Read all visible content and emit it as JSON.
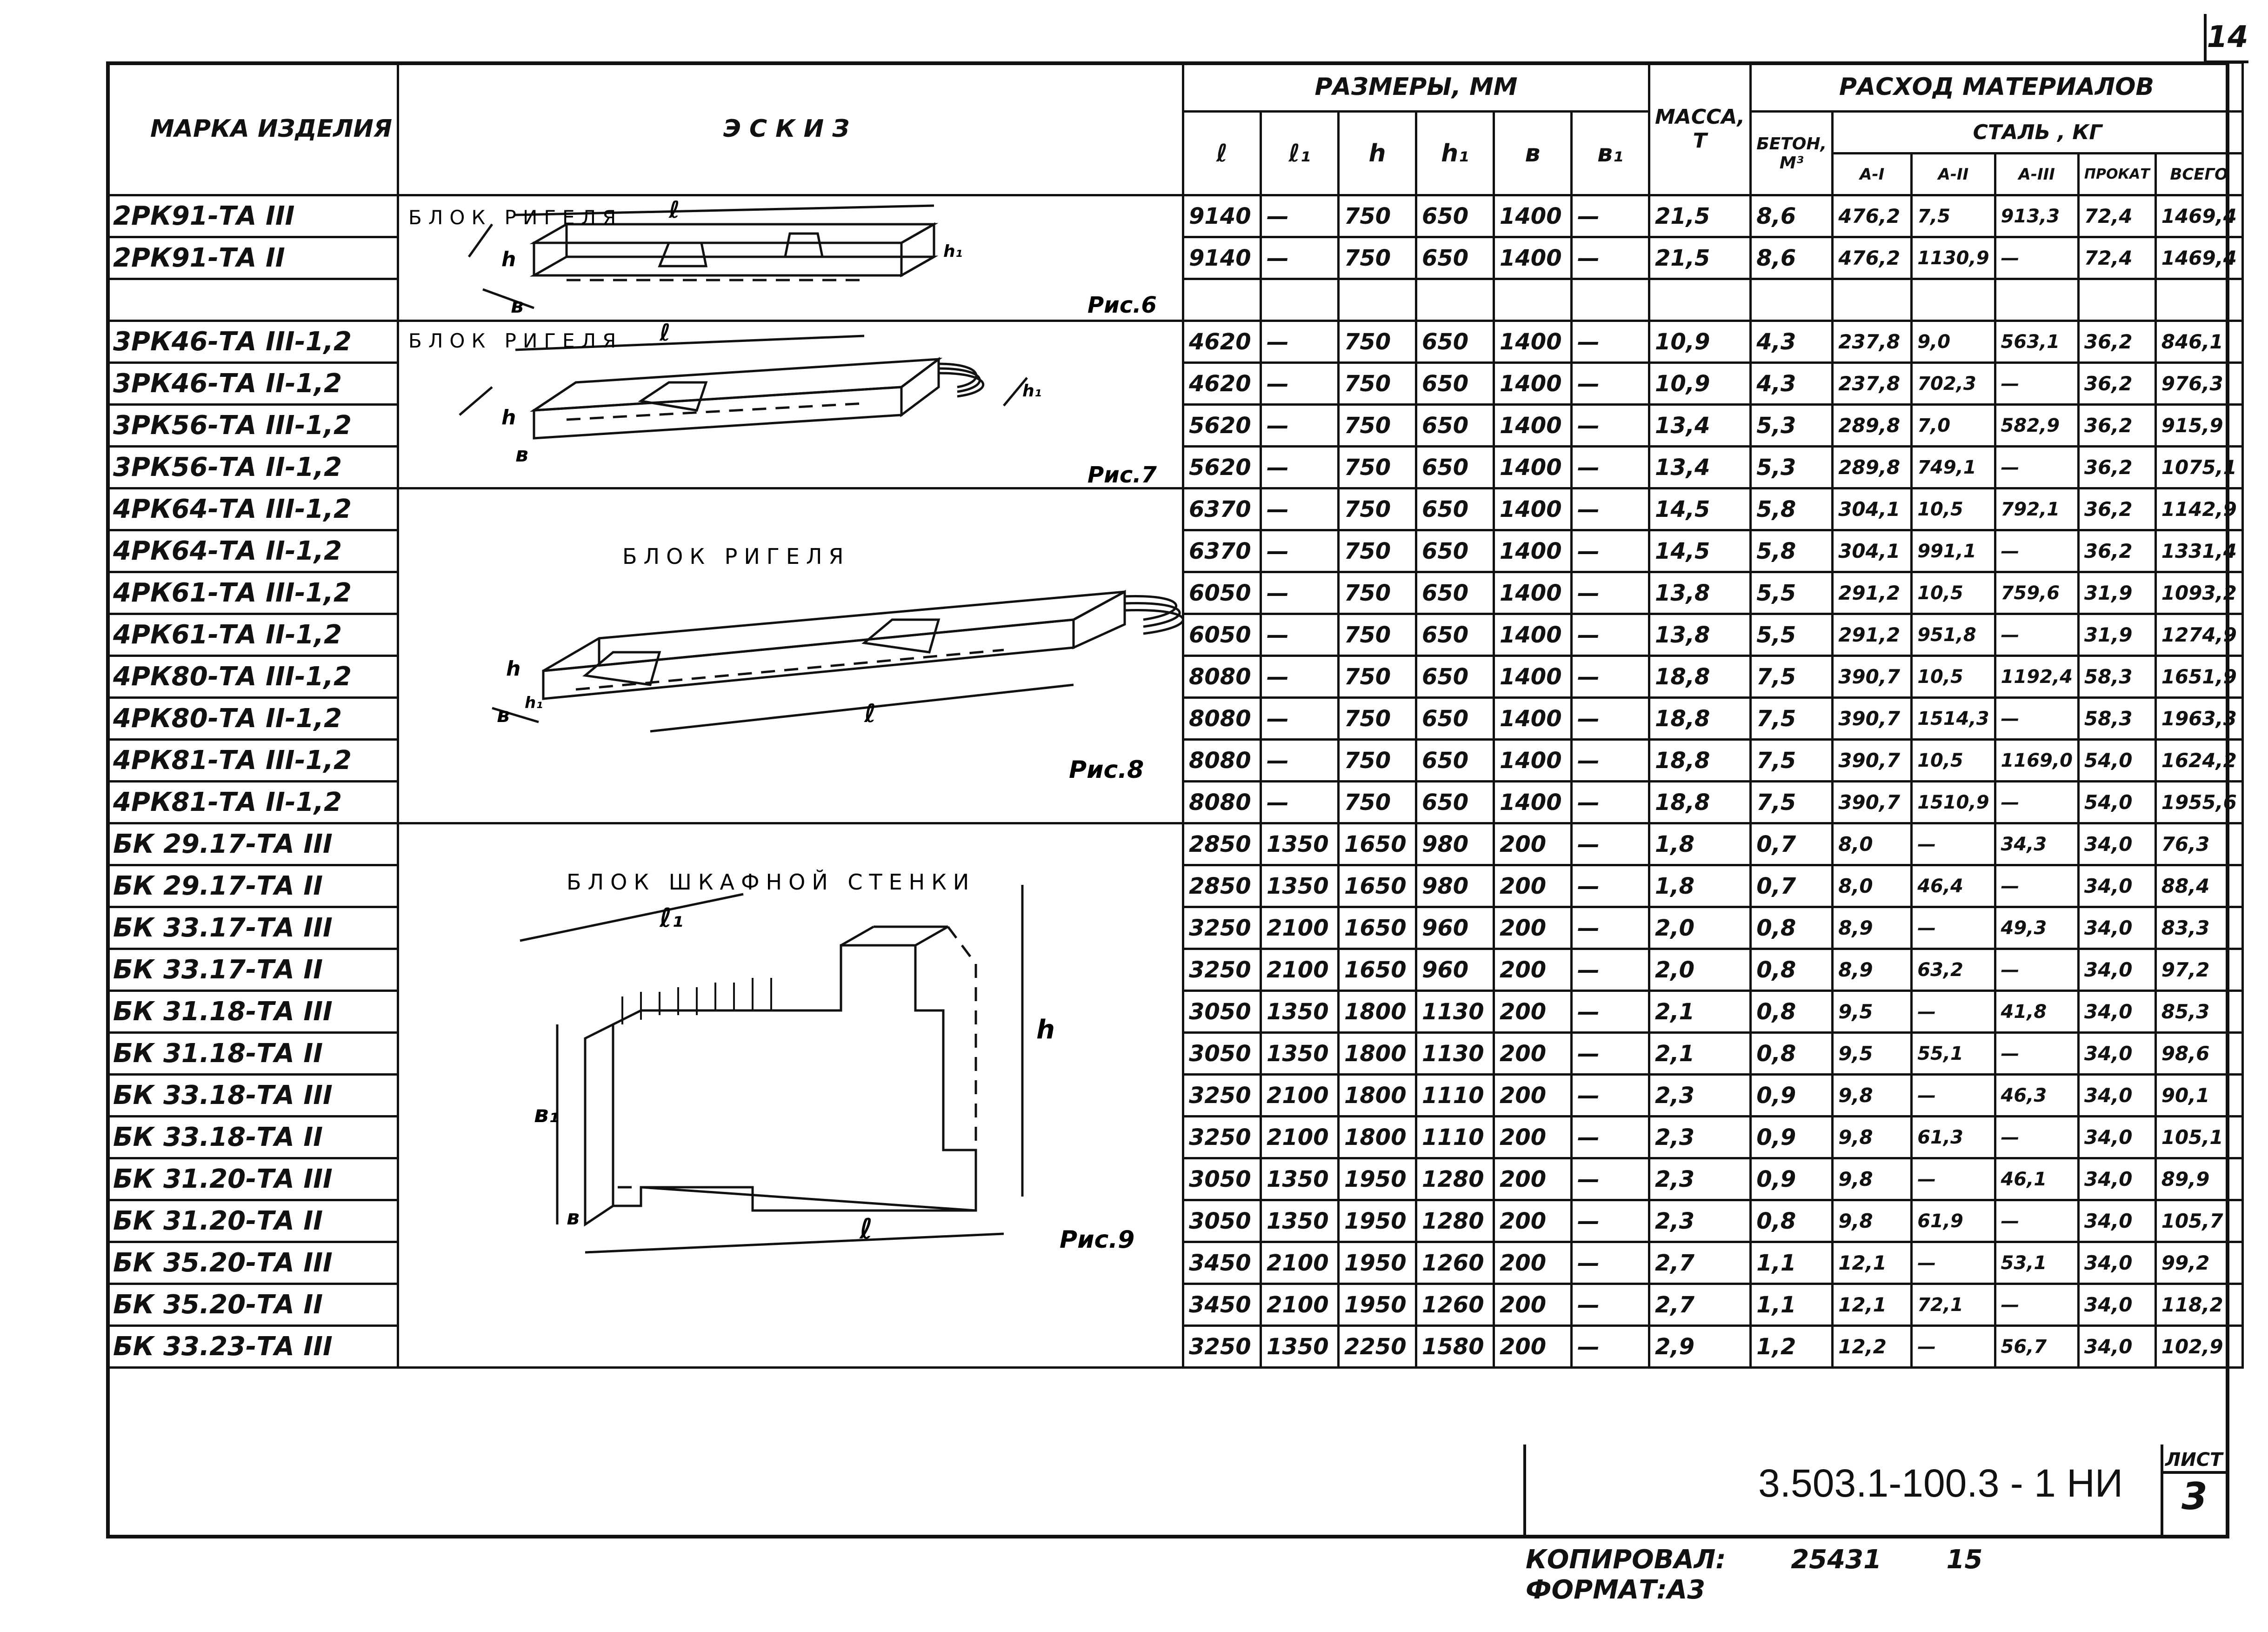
{
  "sheet_corner_number": "14",
  "headers": {
    "mark": "МАРКА ИЗДЕЛИЯ",
    "sketch": "ЭСКИЗ",
    "dimensions": "РАЗМЕРЫ,    ММ",
    "dim_cols": [
      "ℓ",
      "ℓ₁",
      "h",
      "h₁",
      "в",
      "в₁"
    ],
    "mass": "МАССА, Т",
    "materials": "РАСХОД   МАТЕРИАЛОВ",
    "concrete": "БЕТОН, М³",
    "steel": "СТАЛЬ ,  КГ",
    "steel_cols": [
      "A-I",
      "A-II",
      "A-III",
      "ПРОКАТ",
      "ВСЕГО"
    ]
  },
  "sketches": {
    "s1_title": "БЛОК  РИГЕЛЯ",
    "s1_fig": "Рис.6",
    "s2_title": "БЛОК  РИГЕЛЯ",
    "s2_fig": "Рис.7",
    "s3_title": "БЛОК  РИГЕЛЯ",
    "s3_fig": "Рис.8",
    "s4_title": "БЛОК  ШКАФНОЙ  СТЕНКИ",
    "s4_fig": "Рис.9",
    "lbl_l": "ℓ",
    "lbl_l1": "ℓ₁",
    "lbl_h": "h",
    "lbl_h1": "h₁",
    "lbl_b": "в",
    "lbl_b1": "в₁"
  },
  "rows": [
    {
      "mark": "2РК91-ТА III",
      "l": "9140",
      "l1": "—",
      "h": "750",
      "h1": "650",
      "b": "1400",
      "b1": "—",
      "mass": "21,5",
      "concrete": "8,6",
      "a1": "476,2",
      "a2": "7,5",
      "a3": "913,3",
      "prokat": "72,4",
      "total": "1469,4"
    },
    {
      "mark": "2РК91-ТА II",
      "l": "9140",
      "l1": "—",
      "h": "750",
      "h1": "650",
      "b": "1400",
      "b1": "—",
      "mass": "21,5",
      "concrete": "8,6",
      "a1": "476,2",
      "a2": "1130,9",
      "a3": "—",
      "prokat": "72,4",
      "total": "1469,4"
    },
    {
      "mark": "",
      "l": "",
      "l1": "",
      "h": "",
      "h1": "",
      "b": "",
      "b1": "",
      "mass": "",
      "concrete": "",
      "a1": "",
      "a2": "",
      "a3": "",
      "prokat": "",
      "total": ""
    },
    {
      "mark": "3РК46-ТА III-1,2",
      "l": "4620",
      "l1": "—",
      "h": "750",
      "h1": "650",
      "b": "1400",
      "b1": "—",
      "mass": "10,9",
      "concrete": "4,3",
      "a1": "237,8",
      "a2": "9,0",
      "a3": "563,1",
      "prokat": "36,2",
      "total": "846,1"
    },
    {
      "mark": "3РК46-ТА II-1,2",
      "l": "4620",
      "l1": "—",
      "h": "750",
      "h1": "650",
      "b": "1400",
      "b1": "—",
      "mass": "10,9",
      "concrete": "4,3",
      "a1": "237,8",
      "a2": "702,3",
      "a3": "—",
      "prokat": "36,2",
      "total": "976,3"
    },
    {
      "mark": "3РК56-ТА III-1,2",
      "l": "5620",
      "l1": "—",
      "h": "750",
      "h1": "650",
      "b": "1400",
      "b1": "—",
      "mass": "13,4",
      "concrete": "5,3",
      "a1": "289,8",
      "a2": "7,0",
      "a3": "582,9",
      "prokat": "36,2",
      "total": "915,9"
    },
    {
      "mark": "3РК56-ТА II-1,2",
      "l": "5620",
      "l1": "—",
      "h": "750",
      "h1": "650",
      "b": "1400",
      "b1": "—",
      "mass": "13,4",
      "concrete": "5,3",
      "a1": "289,8",
      "a2": "749,1",
      "a3": "—",
      "prokat": "36,2",
      "total": "1075,1"
    },
    {
      "mark": "4РК64-ТА III-1,2",
      "l": "6370",
      "l1": "—",
      "h": "750",
      "h1": "650",
      "b": "1400",
      "b1": "—",
      "mass": "14,5",
      "concrete": "5,8",
      "a1": "304,1",
      "a2": "10,5",
      "a3": "792,1",
      "prokat": "36,2",
      "total": "1142,9"
    },
    {
      "mark": "4РК64-ТА II-1,2",
      "l": "6370",
      "l1": "—",
      "h": "750",
      "h1": "650",
      "b": "1400",
      "b1": "—",
      "mass": "14,5",
      "concrete": "5,8",
      "a1": "304,1",
      "a2": "991,1",
      "a3": "—",
      "prokat": "36,2",
      "total": "1331,4"
    },
    {
      "mark": "4РК61-ТА III-1,2",
      "l": "6050",
      "l1": "—",
      "h": "750",
      "h1": "650",
      "b": "1400",
      "b1": "—",
      "mass": "13,8",
      "concrete": "5,5",
      "a1": "291,2",
      "a2": "10,5",
      "a3": "759,6",
      "prokat": "31,9",
      "total": "1093,2"
    },
    {
      "mark": "4РК61-ТА II-1,2",
      "l": "6050",
      "l1": "—",
      "h": "750",
      "h1": "650",
      "b": "1400",
      "b1": "—",
      "mass": "13,8",
      "concrete": "5,5",
      "a1": "291,2",
      "a2": "951,8",
      "a3": "—",
      "prokat": "31,9",
      "total": "1274,9"
    },
    {
      "mark": "4РК80-ТА III-1,2",
      "l": "8080",
      "l1": "—",
      "h": "750",
      "h1": "650",
      "b": "1400",
      "b1": "—",
      "mass": "18,8",
      "concrete": "7,5",
      "a1": "390,7",
      "a2": "10,5",
      "a3": "1192,4",
      "prokat": "58,3",
      "total": "1651,9"
    },
    {
      "mark": "4РК80-ТА II-1,2",
      "l": "8080",
      "l1": "—",
      "h": "750",
      "h1": "650",
      "b": "1400",
      "b1": "—",
      "mass": "18,8",
      "concrete": "7,5",
      "a1": "390,7",
      "a2": "1514,3",
      "a3": "—",
      "prokat": "58,3",
      "total": "1963,3"
    },
    {
      "mark": "4РК81-ТА III-1,2",
      "l": "8080",
      "l1": "—",
      "h": "750",
      "h1": "650",
      "b": "1400",
      "b1": "—",
      "mass": "18,8",
      "concrete": "7,5",
      "a1": "390,7",
      "a2": "10,5",
      "a3": "1169,0",
      "prokat": "54,0",
      "total": "1624,2"
    },
    {
      "mark": "4РК81-ТА II-1,2",
      "l": "8080",
      "l1": "—",
      "h": "750",
      "h1": "650",
      "b": "1400",
      "b1": "—",
      "mass": "18,8",
      "concrete": "7,5",
      "a1": "390,7",
      "a2": "1510,9",
      "a3": "—",
      "prokat": "54,0",
      "total": "1955,6"
    },
    {
      "mark": "БК 29.17-ТА III",
      "l": "2850",
      "l1": "1350",
      "h": "1650",
      "h1": "980",
      "b": "200",
      "b1": "—",
      "mass": "1,8",
      "concrete": "0,7",
      "a1": "8,0",
      "a2": "—",
      "a3": "34,3",
      "prokat": "34,0",
      "total": "76,3"
    },
    {
      "mark": "БК 29.17-ТА II",
      "l": "2850",
      "l1": "1350",
      "h": "1650",
      "h1": "980",
      "b": "200",
      "b1": "—",
      "mass": "1,8",
      "concrete": "0,7",
      "a1": "8,0",
      "a2": "46,4",
      "a3": "—",
      "prokat": "34,0",
      "total": "88,4"
    },
    {
      "mark": "БК 33.17-ТА III",
      "l": "3250",
      "l1": "2100",
      "h": "1650",
      "h1": "960",
      "b": "200",
      "b1": "—",
      "mass": "2,0",
      "concrete": "0,8",
      "a1": "8,9",
      "a2": "—",
      "a3": "49,3",
      "prokat": "34,0",
      "total": "83,3"
    },
    {
      "mark": "БК 33.17-ТА II",
      "l": "3250",
      "l1": "2100",
      "h": "1650",
      "h1": "960",
      "b": "200",
      "b1": "—",
      "mass": "2,0",
      "concrete": "0,8",
      "a1": "8,9",
      "a2": "63,2",
      "a3": "—",
      "prokat": "34,0",
      "total": "97,2"
    },
    {
      "mark": "БК 31.18-ТА III",
      "l": "3050",
      "l1": "1350",
      "h": "1800",
      "h1": "1130",
      "b": "200",
      "b1": "—",
      "mass": "2,1",
      "concrete": "0,8",
      "a1": "9,5",
      "a2": "—",
      "a3": "41,8",
      "prokat": "34,0",
      "total": "85,3"
    },
    {
      "mark": "БК 31.18-ТА II",
      "l": "3050",
      "l1": "1350",
      "h": "1800",
      "h1": "1130",
      "b": "200",
      "b1": "—",
      "mass": "2,1",
      "concrete": "0,8",
      "a1": "9,5",
      "a2": "55,1",
      "a3": "—",
      "prokat": "34,0",
      "total": "98,6"
    },
    {
      "mark": "БК 33.18-ТА III",
      "l": "3250",
      "l1": "2100",
      "h": "1800",
      "h1": "1110",
      "b": "200",
      "b1": "—",
      "mass": "2,3",
      "concrete": "0,9",
      "a1": "9,8",
      "a2": "—",
      "a3": "46,3",
      "prokat": "34,0",
      "total": "90,1"
    },
    {
      "mark": "БК 33.18-ТА II",
      "l": "3250",
      "l1": "2100",
      "h": "1800",
      "h1": "1110",
      "b": "200",
      "b1": "—",
      "mass": "2,3",
      "concrete": "0,9",
      "a1": "9,8",
      "a2": "61,3",
      "a3": "—",
      "prokat": "34,0",
      "total": "105,1"
    },
    {
      "mark": "БК 31.20-ТА III",
      "l": "3050",
      "l1": "1350",
      "h": "1950",
      "h1": "1280",
      "b": "200",
      "b1": "—",
      "mass": "2,3",
      "concrete": "0,9",
      "a1": "9,8",
      "a2": "—",
      "a3": "46,1",
      "prokat": "34,0",
      "total": "89,9"
    },
    {
      "mark": "БК 31.20-ТА II",
      "l": "3050",
      "l1": "1350",
      "h": "1950",
      "h1": "1280",
      "b": "200",
      "b1": "—",
      "mass": "2,3",
      "concrete": "0,8",
      "a1": "9,8",
      "a2": "61,9",
      "a3": "—",
      "prokat": "34,0",
      "total": "105,7"
    },
    {
      "mark": "БК 35.20-ТА III",
      "l": "3450",
      "l1": "2100",
      "h": "1950",
      "h1": "1260",
      "b": "200",
      "b1": "—",
      "mass": "2,7",
      "concrete": "1,1",
      "a1": "12,1",
      "a2": "—",
      "a3": "53,1",
      "prokat": "34,0",
      "total": "99,2"
    },
    {
      "mark": "БК 35.20-ТА II",
      "l": "3450",
      "l1": "2100",
      "h": "1950",
      "h1": "1260",
      "b": "200",
      "b1": "—",
      "mass": "2,7",
      "concrete": "1,1",
      "a1": "12,1",
      "a2": "72,1",
      "a3": "—",
      "prokat": "34,0",
      "total": "118,2"
    },
    {
      "mark": "БК 33.23-ТА III",
      "l": "3250",
      "l1": "1350",
      "h": "2250",
      "h1": "1580",
      "b": "200",
      "b1": "—",
      "mass": "2,9",
      "concrete": "1,2",
      "a1": "12,2",
      "a2": "—",
      "a3": "56,7",
      "prokat": "34,0",
      "total": "102,9"
    }
  ],
  "stamp": {
    "code": "3.503.1-100.3 - 1 НИ",
    "sheet_label": "ЛИСТ",
    "sheet_number": "3"
  },
  "footer": {
    "copied": "КОПИРОВАЛ:",
    "number": "25431",
    "num2": "15",
    "format": "ФОРМАТ:А3"
  }
}
